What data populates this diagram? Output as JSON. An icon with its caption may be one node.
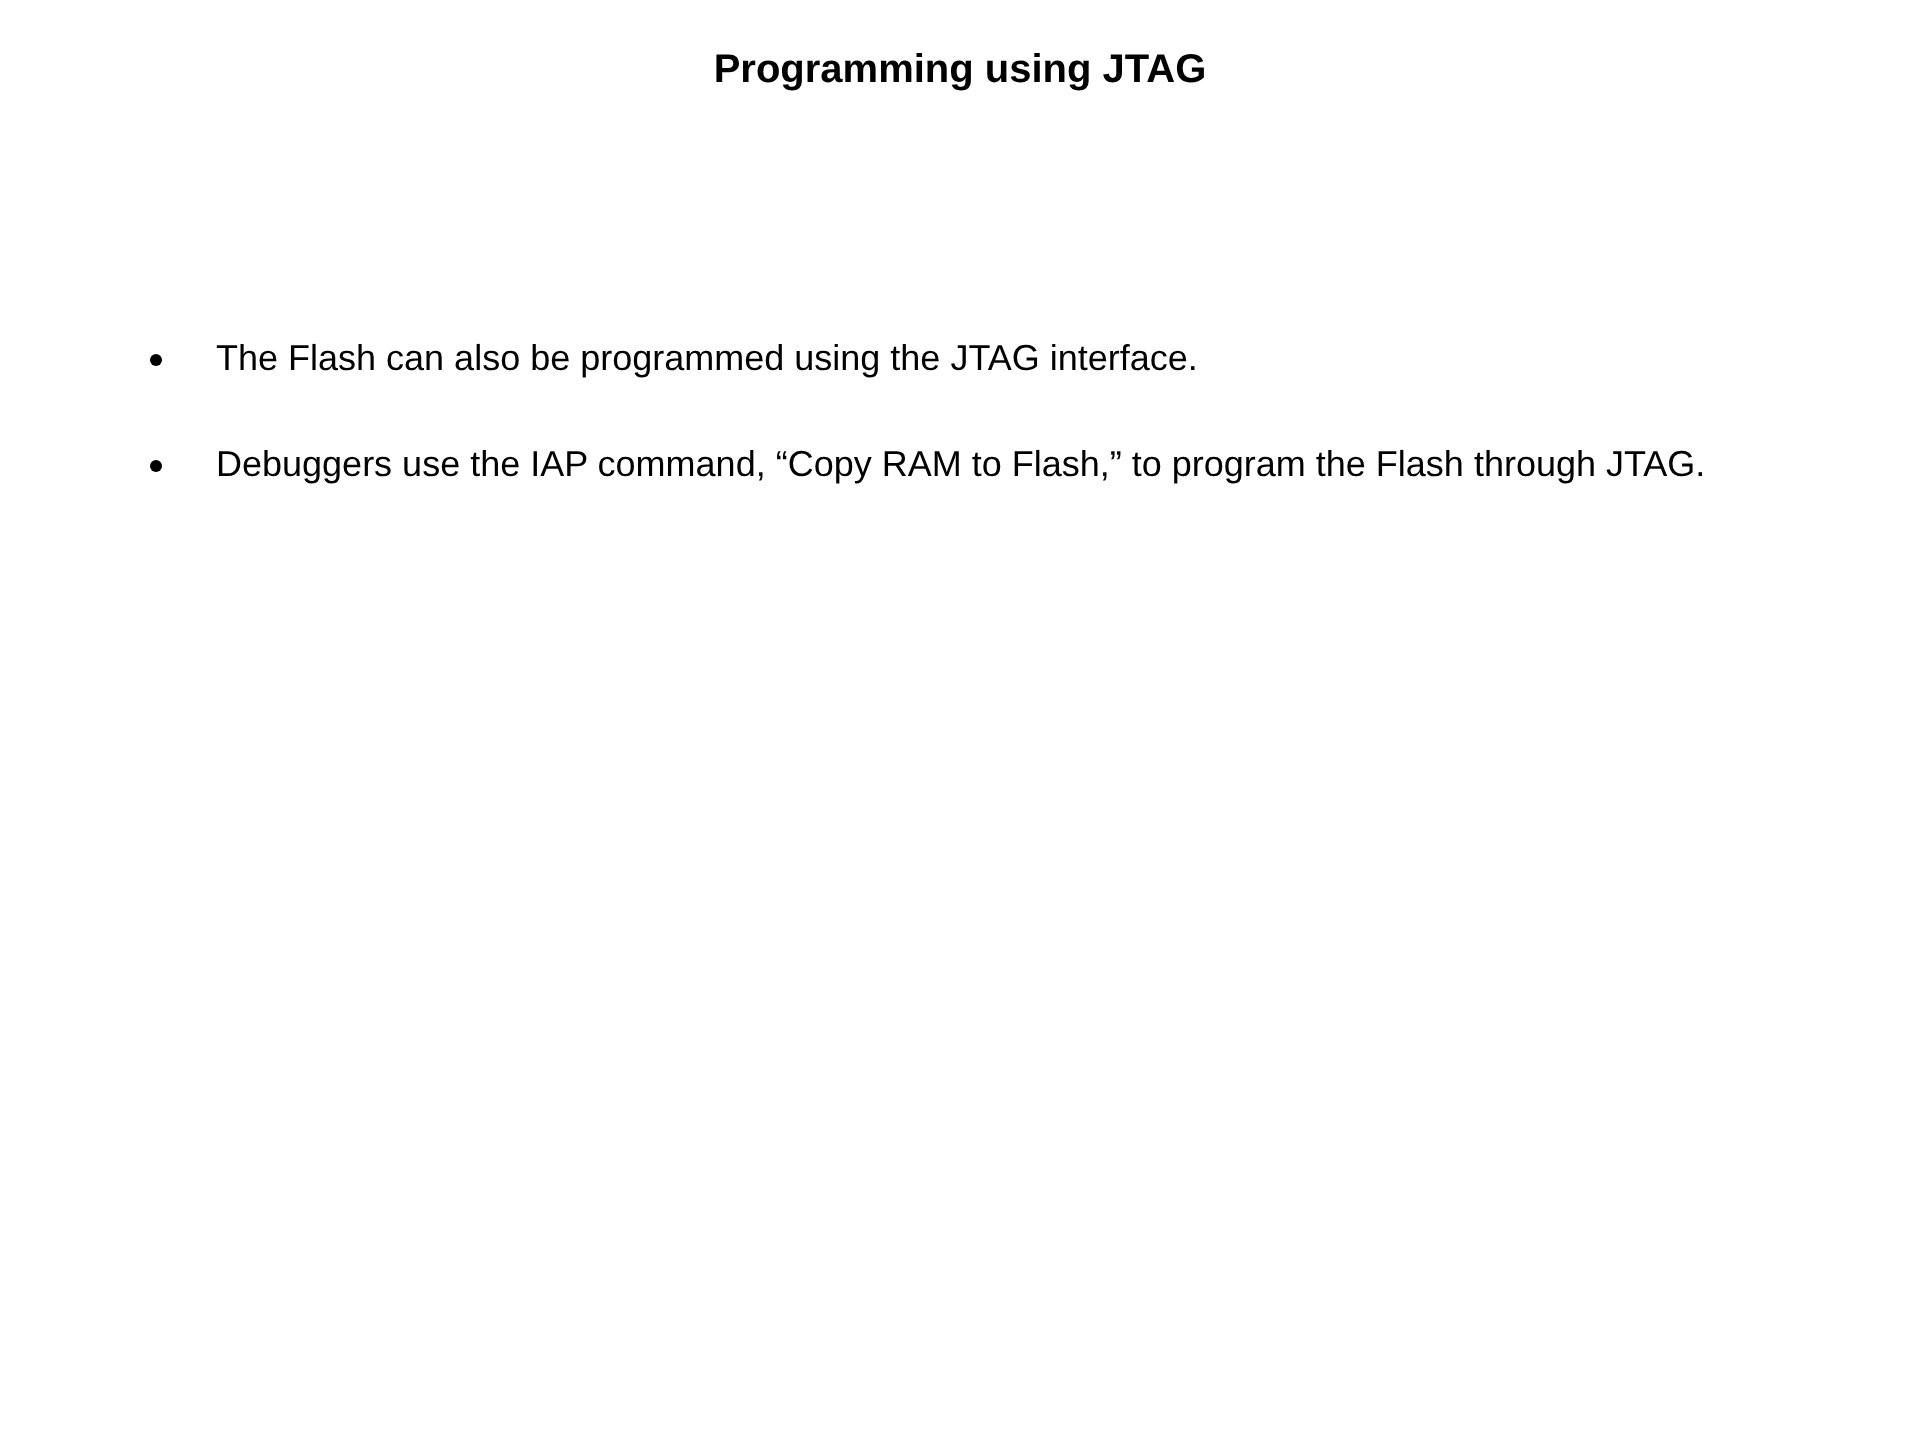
{
  "diagram": {
    "title": "Programming using JTAG",
    "labels": [
      "The Flash can also be programmed using the JTAG interface.",
      "Debuggers use the IAP command, “Copy RAM to Flash,” to program the Flash through JTAG."
    ]
  }
}
